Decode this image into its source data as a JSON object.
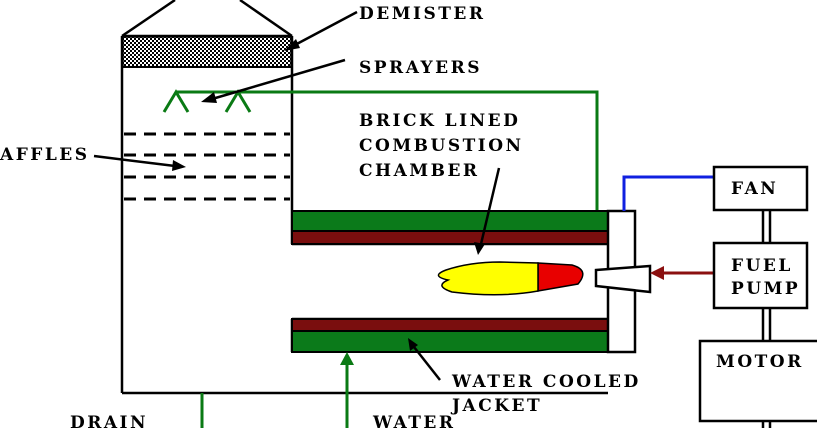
{
  "labels": {
    "demister": "DEMISTER",
    "sprayers": "SPRAYERS",
    "baffles": "AFFLES",
    "chamber_line1": "BRICK LINED",
    "chamber_line2": "COMBUSTION",
    "chamber_line3": "CHAMBER",
    "fan": "FAN",
    "fuel_line1": "FUEL",
    "fuel_line2": "PUMP",
    "motor": "MOTOR",
    "jacket_line1": "WATER COOLED",
    "jacket_line2": "JACKET",
    "drain": "DRAIN",
    "water": "WATER"
  },
  "colors": {
    "water_pipe": "#0a7a14",
    "jacket_water": "#0b7a1a",
    "brick": "#7a0e0e",
    "air_pipe": "#1020e0",
    "fuel_pipe": "#8b1010",
    "flame_yellow": "#ffff00",
    "flame_red": "#e80000"
  }
}
